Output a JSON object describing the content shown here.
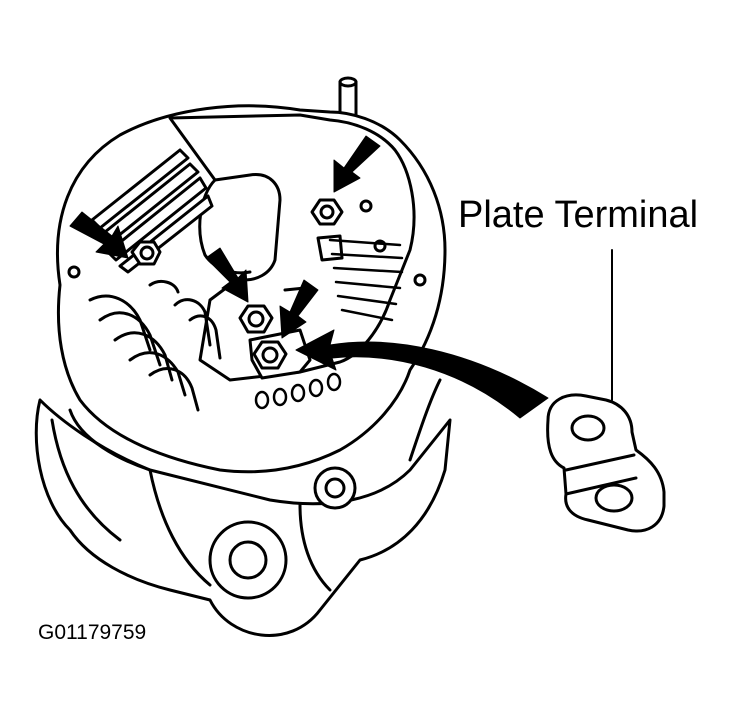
{
  "diagram": {
    "callout_label": "Plate Terminal",
    "figure_id": "G01179759",
    "ink_color": "#000000",
    "paper_color": "#ffffff",
    "icons": [
      "arrow-icon",
      "alternator-drawing",
      "plate-terminal-part"
    ]
  }
}
